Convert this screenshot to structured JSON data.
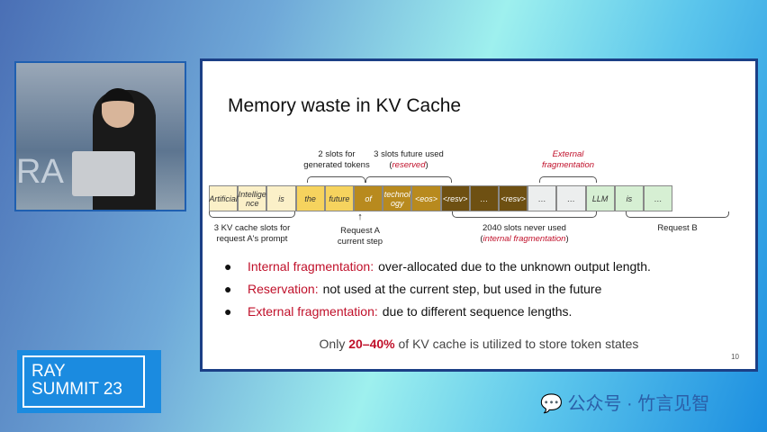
{
  "slide": {
    "title": "Memory waste in KV Cache",
    "page_number": "10",
    "cells": [
      {
        "text": "Artificial",
        "color": "#fbf0c8",
        "tc": "#333"
      },
      {
        "text": "Intellige nce",
        "color": "#fbf0c8",
        "tc": "#333"
      },
      {
        "text": "is",
        "color": "#fbf0c8",
        "tc": "#333"
      },
      {
        "text": "the",
        "color": "#f6d35e",
        "tc": "#333"
      },
      {
        "text": "future",
        "color": "#f6d35e",
        "tc": "#333"
      },
      {
        "text": "of",
        "color": "#b88a1e",
        "tc": "#fff"
      },
      {
        "text": "technol ogy",
        "color": "#b88a1e",
        "tc": "#fff"
      },
      {
        "text": "<eos>",
        "color": "#b88a1e",
        "tc": "#fff"
      },
      {
        "text": "<resv>",
        "color": "#6e5012",
        "tc": "#fff"
      },
      {
        "text": "…",
        "color": "#6e5012",
        "tc": "#fff"
      },
      {
        "text": "<resv>",
        "color": "#6e5012",
        "tc": "#fff"
      },
      {
        "text": "…",
        "color": "#eceeee",
        "tc": "#333"
      },
      {
        "text": "…",
        "color": "#eceeee",
        "tc": "#333"
      },
      {
        "text": "LLM",
        "color": "#d6efd3",
        "tc": "#333"
      },
      {
        "text": "is",
        "color": "#d6efd3",
        "tc": "#333"
      },
      {
        "text": "…",
        "color": "#d6efd3",
        "tc": "#333"
      }
    ],
    "labels": {
      "generated": "2 slots for generated tokens",
      "reserved_a": "3 slots future used",
      "reserved_b": "reserved",
      "external": "External fragmentation",
      "prompt": "3 KV cache slots for request A's prompt",
      "current": "Request A current step",
      "never_used": "2040 slots never used",
      "internal": "internal fragmentation",
      "request_b": "Request B"
    },
    "bullets": [
      {
        "key": "Internal fragmentation:",
        "text": "over-allocated due to the unknown output length."
      },
      {
        "key": "Reservation:",
        "text": "not used at the current step, but used in the future"
      },
      {
        "key": "External fragmentation:",
        "text": "due to different sequence lengths."
      }
    ],
    "summary": {
      "pre": "Only",
      "highlight": "20–40%",
      "post": "of KV cache is utilized to store token states"
    }
  },
  "logo": {
    "line1": "RAY",
    "line2": "SUMMIT 23"
  },
  "watermark": "公众号 · 竹言见智"
}
